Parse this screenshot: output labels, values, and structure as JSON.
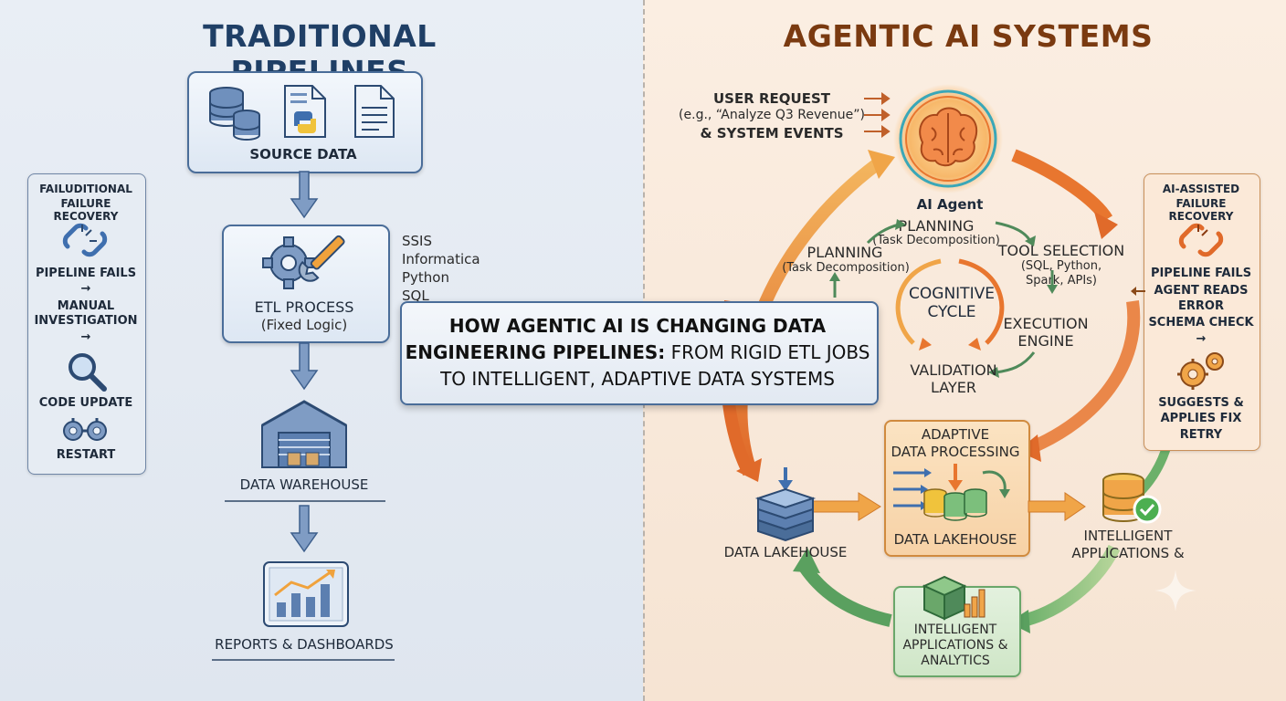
{
  "left": {
    "title": "TRADITIONAL PIPELINES",
    "source_data": "SOURCE DATA",
    "etl_title": "ETL PROCESS",
    "etl_sub": "(Fixed Logic)",
    "etl_tools": [
      "SSIS",
      "Informatica",
      "Python",
      "SQL"
    ],
    "warehouse": "DATA WAREHOUSE",
    "reports": "REPORTS & DASHBOARDS",
    "failure_box": {
      "title_line1": "FAILUDITIONAL",
      "title_line2": "FAILURE RECOVERY",
      "step1": "PIPELINE FAILS",
      "arrow": "→",
      "step2_line1": "MANUAL",
      "step2_line2": "INVESTIGATION",
      "step3": "CODE UPDATE",
      "step4": "RESTART"
    }
  },
  "center": {
    "line1": "HOW AGENTIC AI IS CHANGING DATA",
    "line2a": "ENGINEERING PIPELINES:",
    "line2b": " FROM RIGID ETL JOBS",
    "line3": "TO INTELLIGENT, ADAPTIVE DATA SYSTEMS"
  },
  "right": {
    "title": "AGENTIC AI SYSTEMS",
    "user_request_1": "USER REQUEST",
    "user_request_2": "(e.g., “Analyze Q3 Revenue”)",
    "user_request_3": "& SYSTEM EVENTS",
    "ai_agent": "AI Agent",
    "planning_top": "PLANNING",
    "planning_top_sub": "(Task Decomposition)",
    "planning_left": "PLANNING",
    "planning_left_sub": "(Task Decomposition)",
    "tool_selection": "TOOL SELECTION",
    "tool_selection_sub1": "(SQL, Python,",
    "tool_selection_sub2": "Spark, APIs)",
    "cognitive_1": "COGNITIVE",
    "cognitive_2": "CYCLE",
    "execution_1": "EXECUTION",
    "execution_2": "ENGINE",
    "validation_1": "VALIDATION",
    "validation_2": "LAYER",
    "adaptive_1": "ADAPTIVE",
    "adaptive_2": "DATA PROCESSING",
    "lakehouse_inner": "DATA LAKEHOUSE",
    "lakehouse_left": "DATA LAKEHOUSE",
    "intelligent_right_1": "INTELLIGENT",
    "intelligent_right_2": "APPLICATIONS &",
    "intelligent_bottom_1": "INTELLIGENT",
    "intelligent_bottom_2": "APPLICATIONS &",
    "intelligent_bottom_3": "ANALYTICS",
    "ai_box": {
      "title_line1": "AI-ASSISTED",
      "title_line2": "FAILURE RECOVERY",
      "step1": "PIPELINE FAILS",
      "step2_line1": "AGENT READS",
      "step2_line2": "ERROR",
      "step2_line3": "SCHEMA CHECK",
      "arrow": "→",
      "step3_line1": "SUGGESTS &",
      "step3_line2": "APPLIES FIX",
      "step3_line3": "RETRY"
    }
  },
  "colors": {
    "left_title": "#1f3f66",
    "right_title": "#7a3a10",
    "blue_arrow": "#4a6d99",
    "orange": "#e8762f",
    "green": "#5aa05f"
  }
}
